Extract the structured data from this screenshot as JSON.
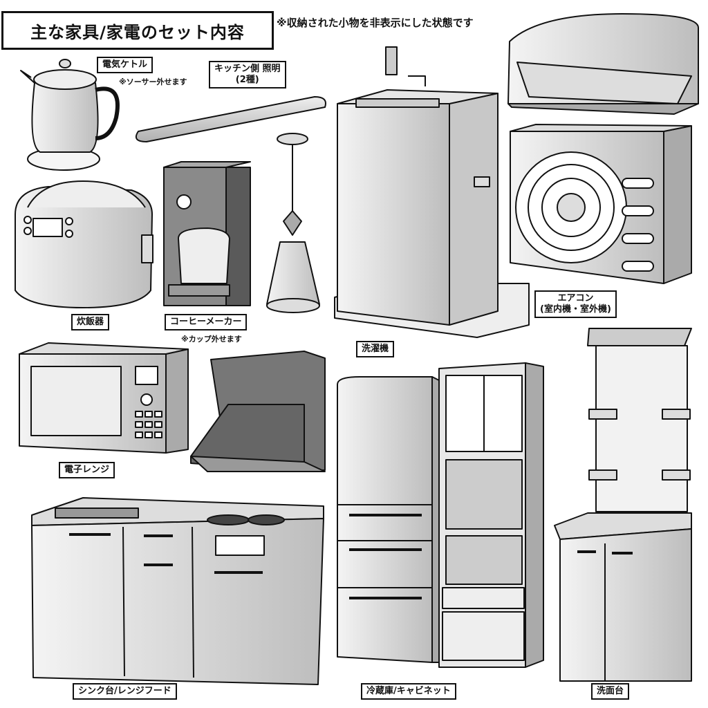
{
  "title": "主な家具/家電のセット内容",
  "top_note": "※収納された小物を非表示にした状態です",
  "items": {
    "kettle": {
      "label": "電気ケトル",
      "note": "※ソーサー外せます"
    },
    "kitchen_light": {
      "label_line1": "キッチン側 照明",
      "label_line2": "(2種)"
    },
    "rice_cooker": {
      "label": "炊飯器"
    },
    "coffee_maker": {
      "label": "コーヒーメーカー",
      "note": "※カップ外せます"
    },
    "washing_machine": {
      "label": "洗濯機"
    },
    "air_conditioner": {
      "label_line1": "エアコン",
      "label_line2": "(室内機・室外機)"
    },
    "microwave": {
      "label": "電子レンジ"
    },
    "sink": {
      "label": "シンク台/レンジフード"
    },
    "fridge_cabinet": {
      "label": "冷蔵庫/キャビネット"
    },
    "washstand": {
      "label": "洗面台"
    }
  }
}
